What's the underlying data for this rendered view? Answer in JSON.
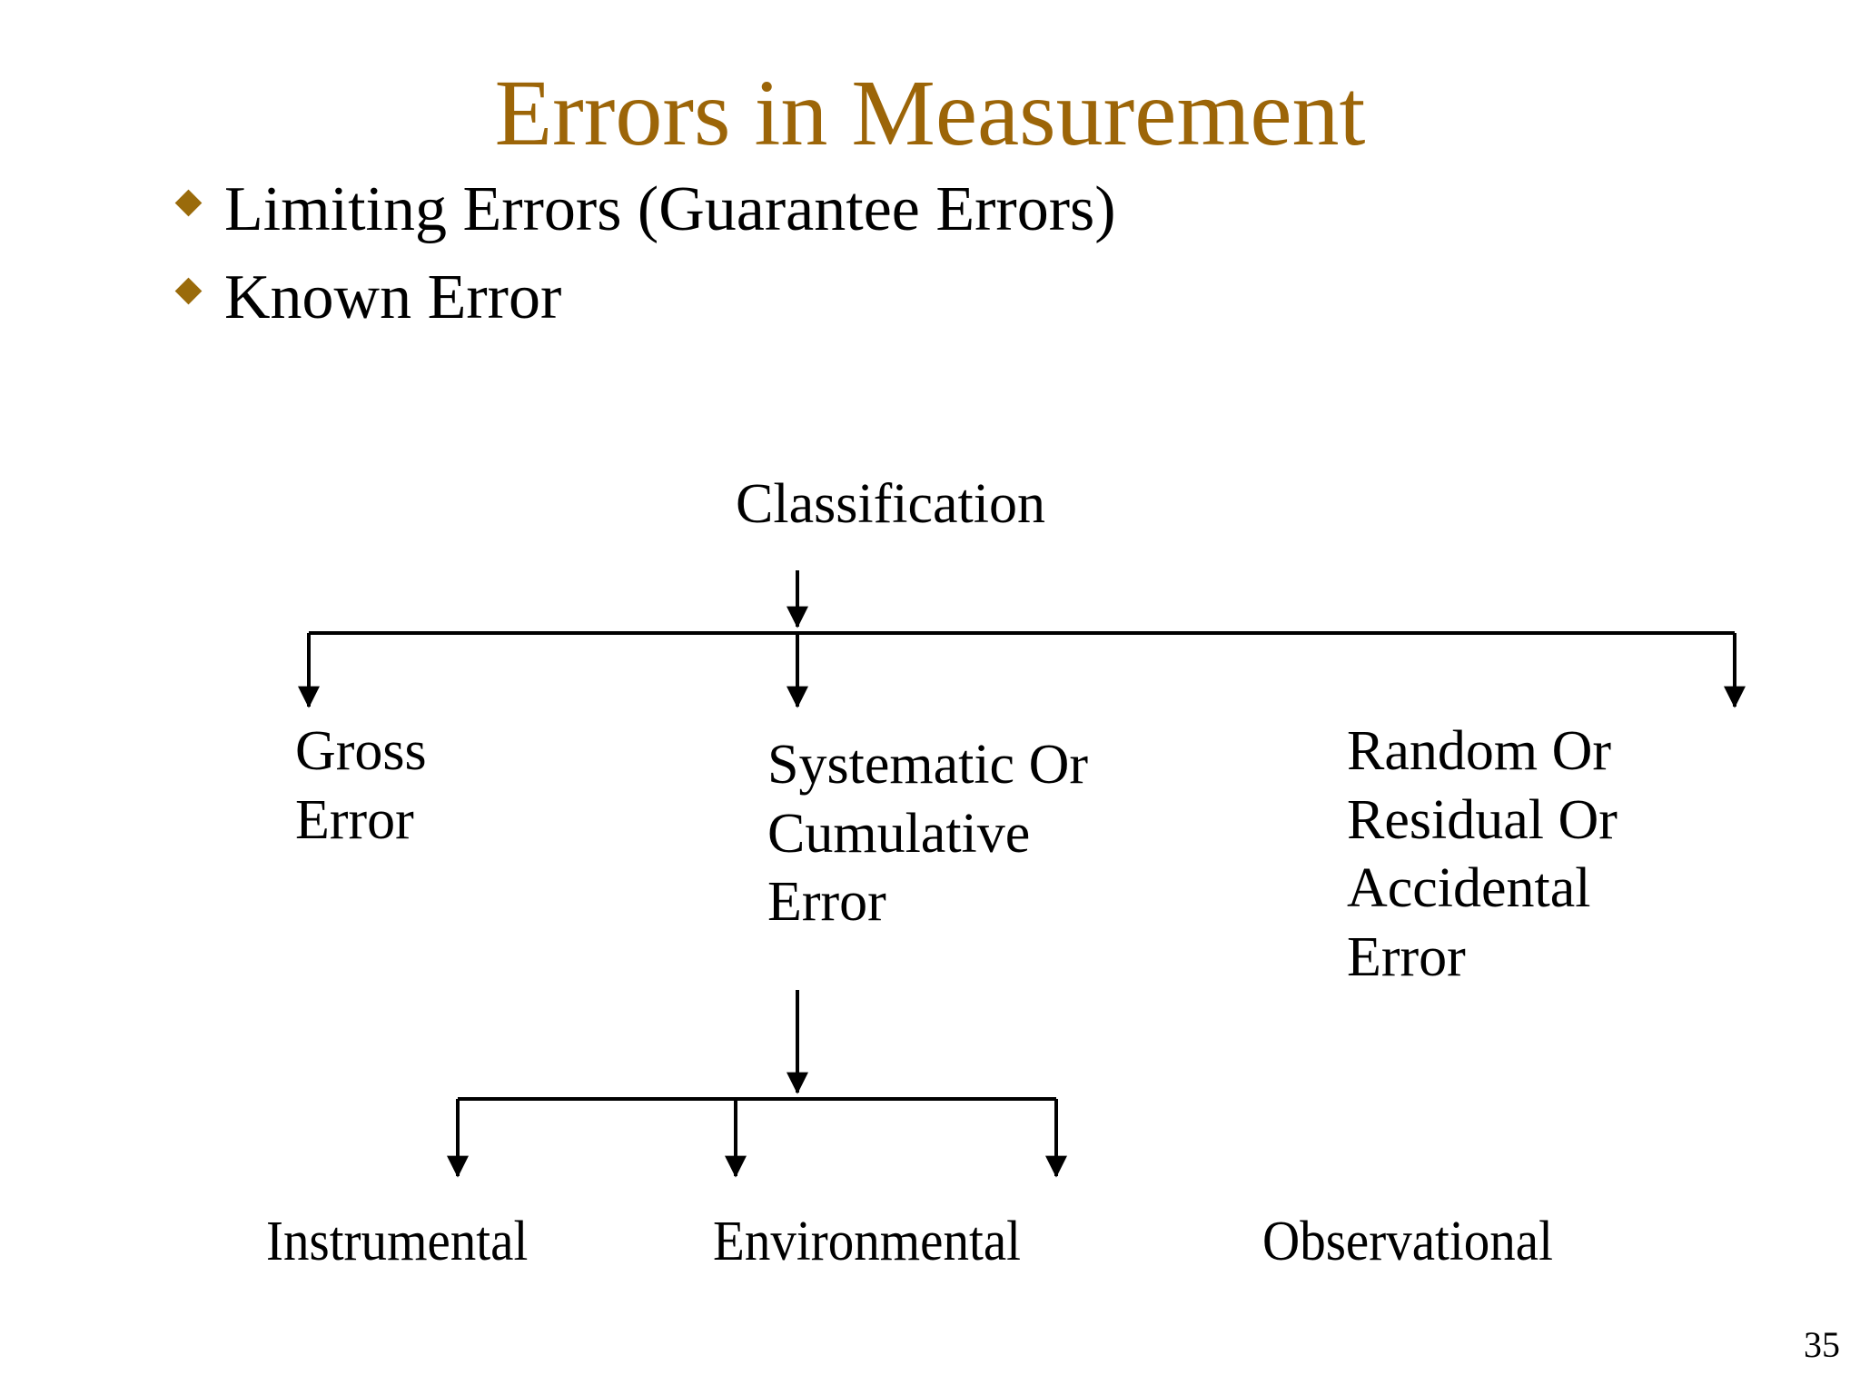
{
  "slide": {
    "title": "Errors in Measurement",
    "title_color": "#9c6508",
    "background_color": "#ffffff",
    "page_number": "35"
  },
  "bullets": [
    {
      "marker": "diamond-bullet-icon",
      "text": "Limiting Errors (Guarantee Errors)"
    },
    {
      "marker": "diamond-bullet-icon",
      "text": "Known Error"
    }
  ],
  "bullet_marker_color": "#9a6b0b",
  "chart_data": {
    "type": "diagram",
    "diagram_kind": "tree",
    "title": "Classification",
    "root": "Classification",
    "levels": [
      {
        "level": 1,
        "nodes": [
          "Gross Error",
          "Systematic Or Cumulative Error",
          "Random Or Residual Or Accidental Error"
        ]
      },
      {
        "level": 2,
        "parent": "Systematic Or Cumulative Error",
        "nodes": [
          "Instrumental",
          "Environmental",
          "Observational"
        ]
      }
    ],
    "edges": [
      {
        "from": "Classification",
        "to": "Gross Error"
      },
      {
        "from": "Classification",
        "to": "Systematic Or Cumulative Error"
      },
      {
        "from": "Classification",
        "to": "Random Or Residual Or Accidental Error"
      },
      {
        "from": "Systematic Or Cumulative Error",
        "to": "Instrumental"
      },
      {
        "from": "Systematic Or Cumulative Error",
        "to": "Environmental"
      },
      {
        "from": "Systematic Or Cumulative Error",
        "to": "Observational"
      }
    ],
    "edge_style": "orthogonal-arrow",
    "edge_color": "#000000"
  },
  "diagram": {
    "root_label": "Classification",
    "node_gross": "Gross\nError",
    "node_systematic": "Systematic Or\nCumulative\nError",
    "node_random": "Random Or\nResidual Or\nAccidental\nError",
    "leaf_instrumental": "Instrumental",
    "leaf_environmental": "Environmental",
    "leaf_observational": "Observational"
  }
}
